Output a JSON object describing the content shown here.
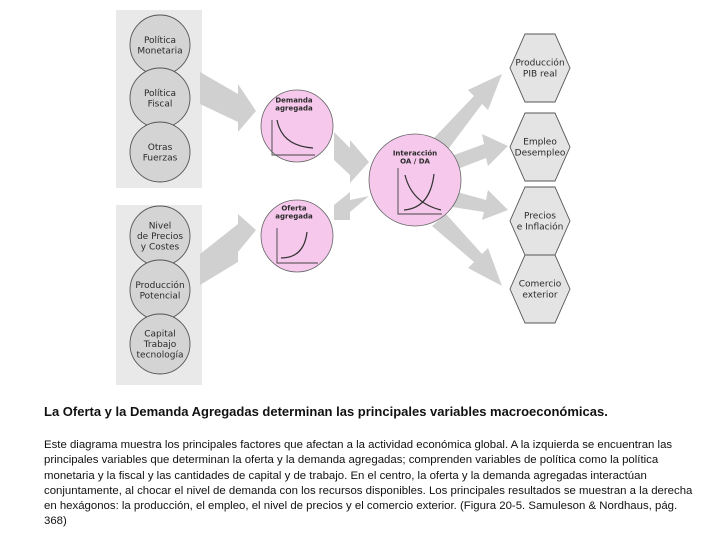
{
  "input_group_1": [
    {
      "id": "politica-monetaria",
      "lines": [
        "Política",
        "Monetaria"
      ]
    },
    {
      "id": "politica-fiscal",
      "lines": [
        "Política",
        "Fiscal"
      ]
    },
    {
      "id": "otras-fuerzas",
      "lines": [
        "Otras",
        "Fuerzas"
      ]
    }
  ],
  "input_group_2": [
    {
      "id": "nivel-precios",
      "lines": [
        "Nivel",
        "de Precios",
        "y Costes"
      ]
    },
    {
      "id": "produccion-potencial",
      "lines": [
        "Producción",
        "Potencial"
      ]
    },
    {
      "id": "capital-trabajo",
      "lines": [
        "Capital",
        "Trabajo",
        "tecnología"
      ]
    }
  ],
  "middle": {
    "demanda": {
      "lines": [
        "Demanda",
        "agregada"
      ]
    },
    "oferta": {
      "lines": [
        "Oferta",
        "agregada"
      ]
    }
  },
  "center": {
    "lines": [
      "Interacción",
      "OA / DA"
    ]
  },
  "outputs": [
    {
      "id": "produccion-pib",
      "lines": [
        "Producción",
        "PIB real"
      ]
    },
    {
      "id": "empleo-desempleo",
      "lines": [
        "Empleo",
        "Desempleo"
      ]
    },
    {
      "id": "precios-inflacion",
      "lines": [
        "Precios",
        "e Inflación"
      ]
    },
    {
      "id": "comercio-exterior",
      "lines": [
        "Comercio",
        "exterior"
      ]
    }
  ],
  "colors": {
    "panel_fill": "#e9e9e9",
    "gray_circle": "#d4d4d4",
    "pink_fill": "#f5c8ec",
    "arrow": "#d0d0d0",
    "outline": "#555555"
  },
  "caption": {
    "title": "La Oferta y la Demanda Agregadas determinan las principales variables macroeconómicas.",
    "body": "Este diagrama muestra los principales factores que afectan a la actividad económica global. A la izquierda se encuentran las principales variables que determinan la oferta y la demanda agregadas; comprenden variables de política como la política monetaria y la fiscal y las cantidades de capital y de trabajo. En el centro, la oferta y la demanda agregadas interactúan conjuntamente, al chocar el nivel de demanda con los recursos disponibles. Los principales resultados se muestran a la derecha en hexágonos: la producción, el empleo, el nivel de precios y el comercio exterior. (Figura 20-5. Samuleson & Nordhaus, pág. 368)"
  }
}
